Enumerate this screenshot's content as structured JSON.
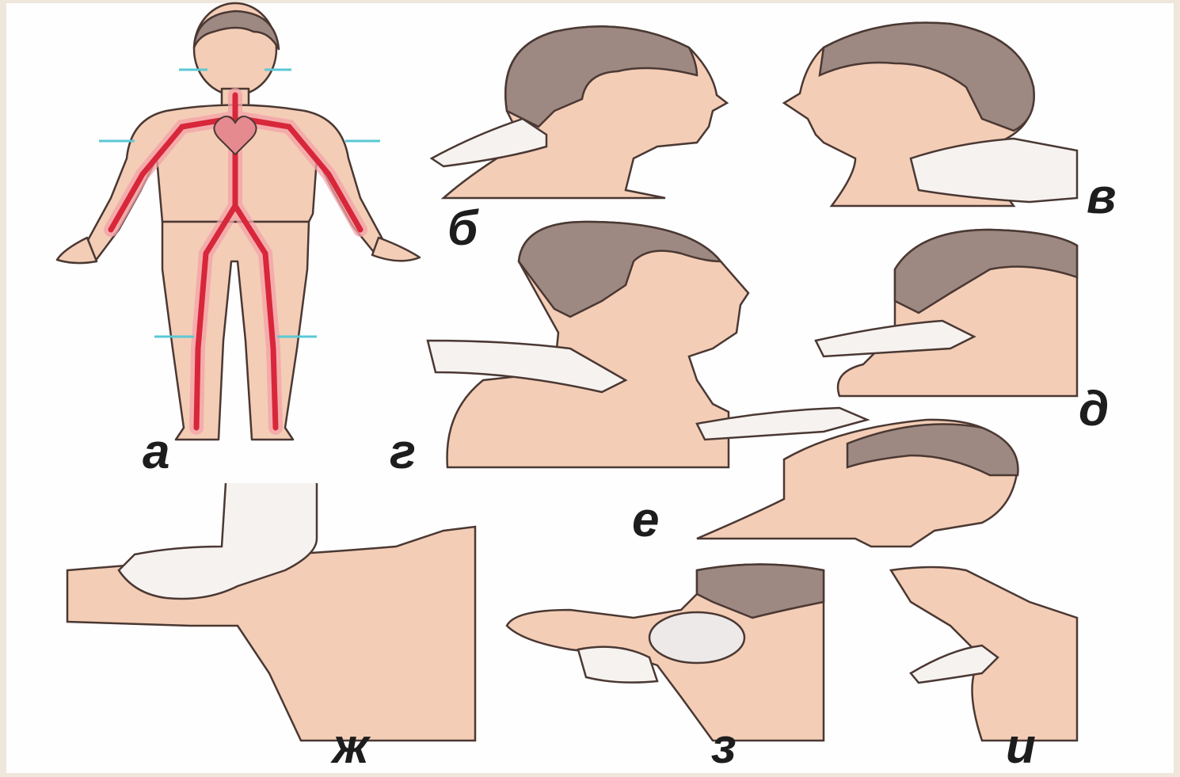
{
  "panels": {
    "a": "а",
    "b": "б",
    "v": "в",
    "g": "г",
    "d": "д",
    "e": "е",
    "zh": "ж",
    "z": "з",
    "i": "и"
  },
  "colors": {
    "background": "#efe6dc",
    "panel": "#ffffff",
    "skin": "#f4cdb6",
    "skin_shadow": "#e8b59b",
    "hair": "#9d8882",
    "artery": "#d8263a",
    "artery_glow": "#f4a2a8",
    "outline": "#4a3833",
    "hand": "#f6f2f0",
    "marker": "#5bc8d4"
  }
}
